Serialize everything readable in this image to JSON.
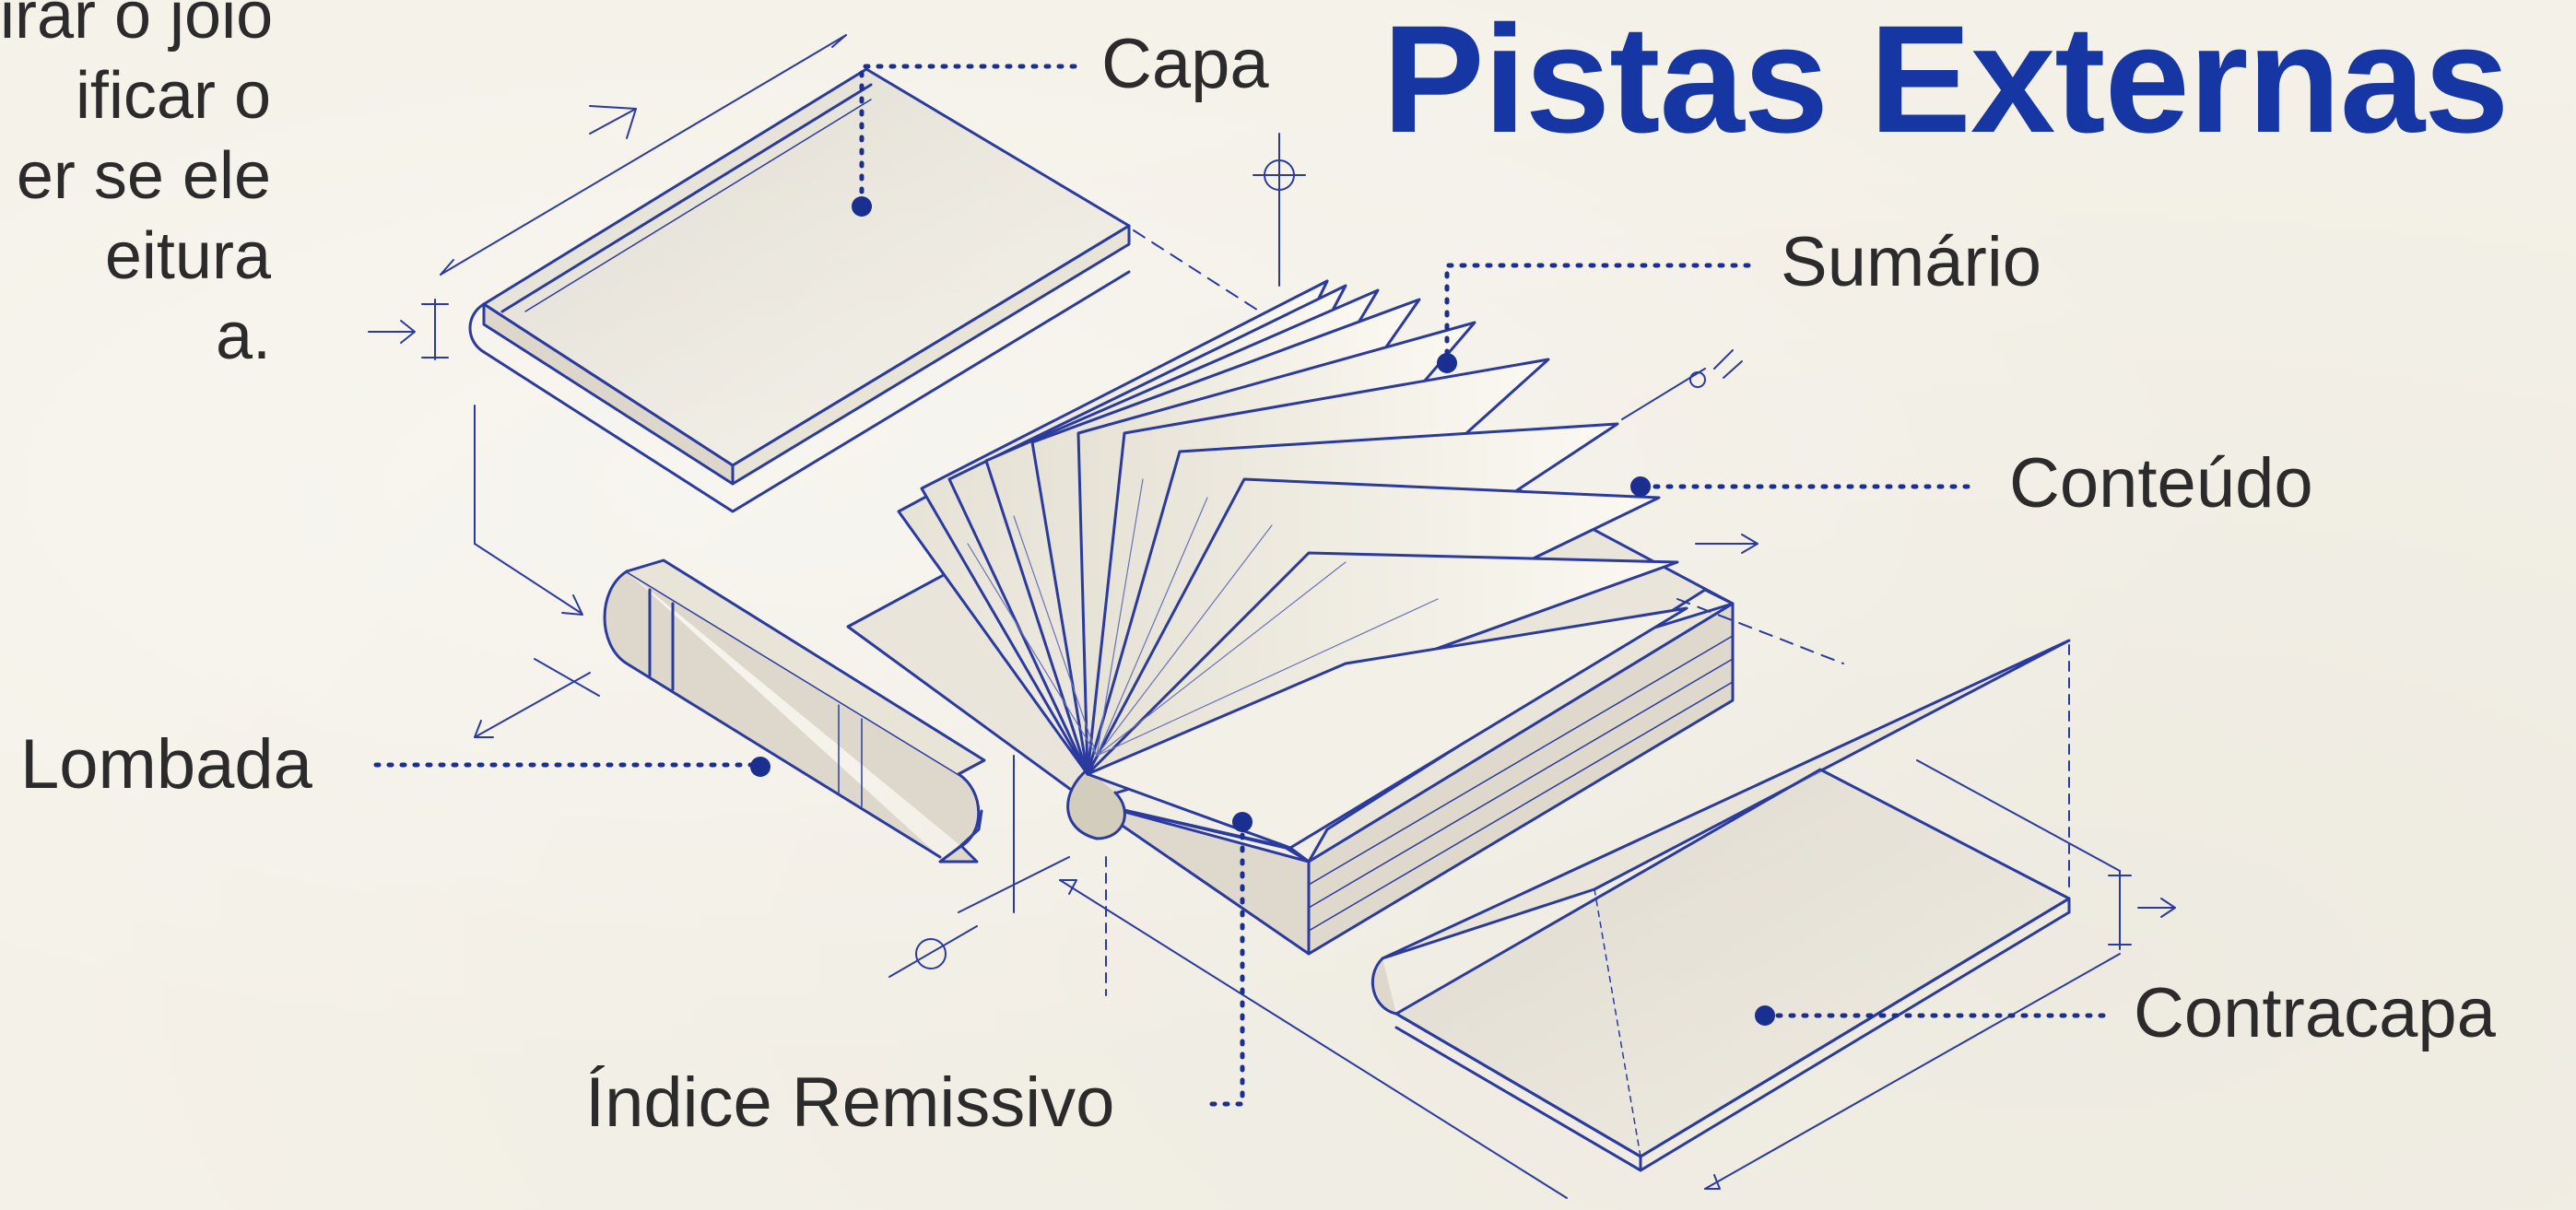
{
  "title": "Pistas Externas",
  "intro_lines": [
    "irar o joio",
    "ificar o",
    "er se ele",
    "eitura",
    "a."
  ],
  "labels": {
    "capa": "Capa",
    "sumario": "Sumário",
    "conteudo": "Conteúdo",
    "lombada": "Lombada",
    "indice": "Índice Remissivo",
    "contracapa": "Contracapa"
  },
  "colors": {
    "title": "#1536a3",
    "ink": "#2a3a9e",
    "text": "#2b2b2b",
    "paper": "#f4f1e8",
    "dot_leader": "#1a2f8f"
  }
}
